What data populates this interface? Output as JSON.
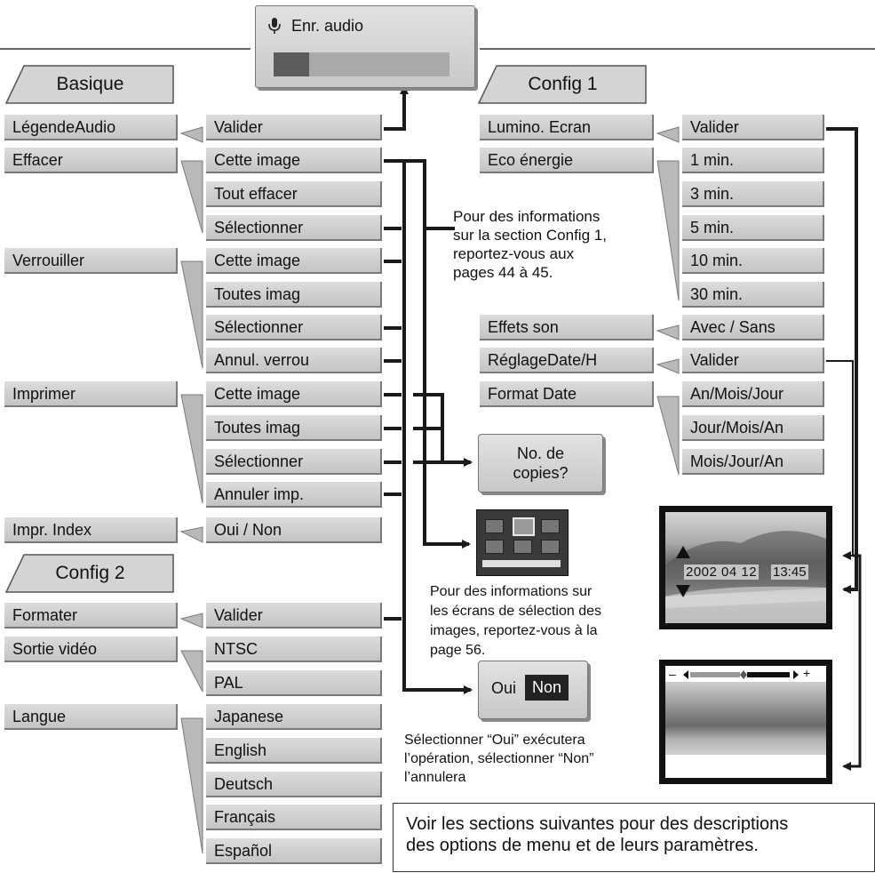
{
  "audio_panel": {
    "icon": "microphone-icon",
    "title": "Enr. audio",
    "level": 0.2
  },
  "basique": {
    "tab": "Basique",
    "items": [
      {
        "label": "LégendeAudio",
        "options": [
          "Valider"
        ]
      },
      {
        "label": "Effacer",
        "options": [
          "Cette image",
          "Tout effacer",
          "Sélectionner"
        ]
      },
      {
        "label": "Verrouiller",
        "options": [
          "Cette image",
          "Toutes imag",
          "Sélectionner",
          "Annul. verrou"
        ]
      },
      {
        "label": "Imprimer",
        "options": [
          "Cette image",
          "Toutes imag",
          "Sélectionner",
          "Annuler imp."
        ]
      },
      {
        "label": "Impr. Index",
        "options": [
          "Oui / Non"
        ]
      }
    ]
  },
  "config2": {
    "tab": "Config 2",
    "items": [
      {
        "label": "Formater",
        "options": [
          "Valider"
        ]
      },
      {
        "label": "Sortie vidéo",
        "options": [
          "NTSC",
          "PAL"
        ]
      },
      {
        "label": "Langue",
        "options": [
          "Japanese",
          "English",
          "Deutsch",
          "Français",
          "Español"
        ]
      }
    ]
  },
  "config1": {
    "tab": "Config 1",
    "items": [
      {
        "label": "Lumino. Ecran",
        "options": [
          "Valider"
        ]
      },
      {
        "label": "Eco énergie",
        "options": [
          "1 min.",
          "3 min.",
          "5 min.",
          "10 min.",
          "30 min."
        ]
      },
      {
        "label": "Effets son",
        "options": [
          "Avec / Sans"
        ]
      },
      {
        "label": "RéglageDate/H",
        "options": [
          "Valider"
        ]
      },
      {
        "label": "Format Date",
        "options": [
          "An/Mois/Jour",
          "Jour/Mois/An",
          "Mois/Jour/An"
        ]
      }
    ]
  },
  "copies_box": {
    "line1": "No. de",
    "line2": "copies?"
  },
  "confirm_box": {
    "yes": "Oui",
    "no": "Non"
  },
  "date_screen": {
    "date": "2002 04 12",
    "time": "13:45"
  },
  "brightness_screen": {
    "minus": "–",
    "plus": "+",
    "level": 0.5
  },
  "notes": {
    "config1_l1": "Pour des informations",
    "config1_l2": "sur la section Config 1,",
    "config1_l3": "reportez-vous aux",
    "config1_l4": "pages 44 à 45.",
    "select_l1": "Pour des informations sur",
    "select_l2": "les écrans de sélection des",
    "select_l3": "images, reportez-vous à la",
    "select_l4": "page 56.",
    "confirm_l1": "Sélectionner “Oui” exécutera",
    "confirm_l2": "l’opération, sélectionner “Non”",
    "confirm_l3": "l’annulera",
    "footer_l1": "Voir les sections suivantes pour des descriptions",
    "footer_l2": "des options de menu et de leurs paramètres."
  },
  "colors": {
    "box": "#cfcfcf",
    "line": "#1a1a1a",
    "dark": "#2a2a2a"
  }
}
